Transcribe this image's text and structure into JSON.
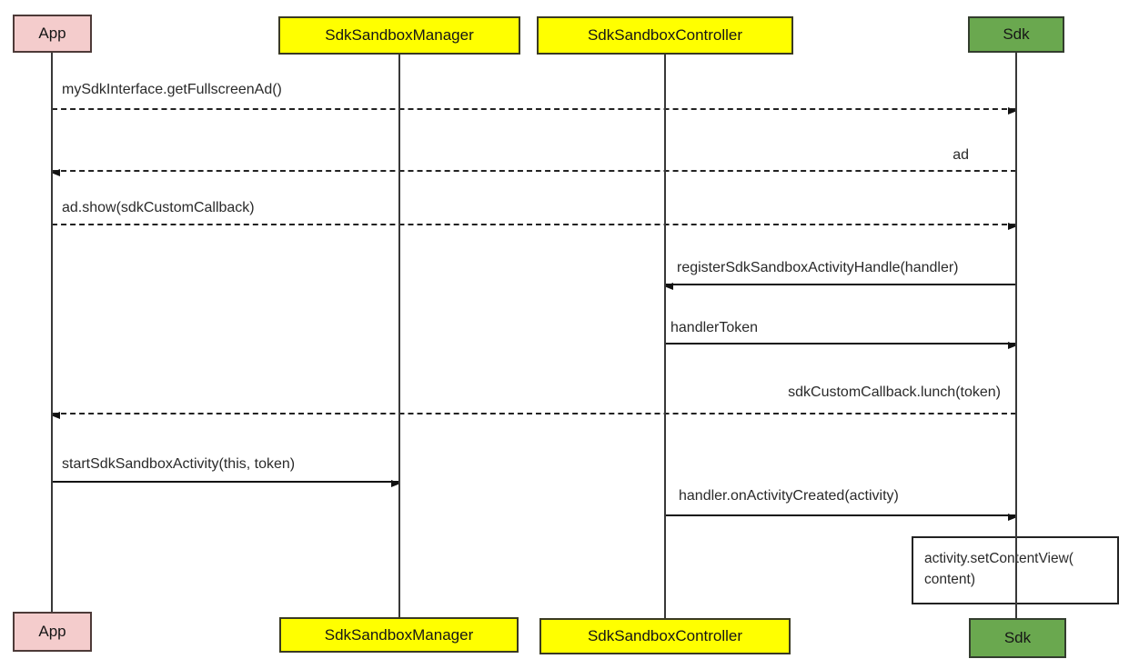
{
  "diagram_type": "uml-sequence-diagram",
  "actors": [
    {
      "label": "App",
      "fill": "#f4cccc"
    },
    {
      "label": "SdkSandboxManager",
      "fill": "#ffff00"
    },
    {
      "label": "SdkSandboxController",
      "fill": "#ffff00"
    },
    {
      "label": "Sdk",
      "fill": "#6aa84f"
    }
  ],
  "messages": [
    {
      "label": "mySdkInterface.getFullscreenAd()",
      "from": "App",
      "to": "Sdk",
      "line": "dashed"
    },
    {
      "label": "ad",
      "from": "Sdk",
      "to": "App",
      "line": "dashed"
    },
    {
      "label": "ad.show(sdkCustomCallback)",
      "from": "App",
      "to": "Sdk",
      "line": "dashed"
    },
    {
      "label": "registerSdkSandboxActivityHandle(handler)",
      "from": "Sdk",
      "to": "SdkSandboxController",
      "line": "solid"
    },
    {
      "label": "handlerToken",
      "from": "SdkSandboxController",
      "to": "Sdk",
      "line": "solid"
    },
    {
      "label": "sdkCustomCallback.lunch(token)",
      "from": "Sdk",
      "to": "App",
      "line": "dashed"
    },
    {
      "label": "startSdkSandboxActivity(this, token)",
      "from": "App",
      "to": "SdkSandboxManager",
      "line": "solid"
    },
    {
      "label": "handler.onActivityCreated(activity)",
      "from": "SdkSandboxController",
      "to": "Sdk",
      "line": "solid"
    }
  ],
  "note": {
    "line1": "activity.setContentView(",
    "line2": "content)",
    "attached_to": "Sdk"
  },
  "colors": {
    "app_fill": "#f4cccc",
    "manager_fill": "#ffff00",
    "controller_fill": "#ffff00",
    "sdk_fill": "#6aa84f",
    "line": "#222222",
    "background": "#ffffff"
  }
}
